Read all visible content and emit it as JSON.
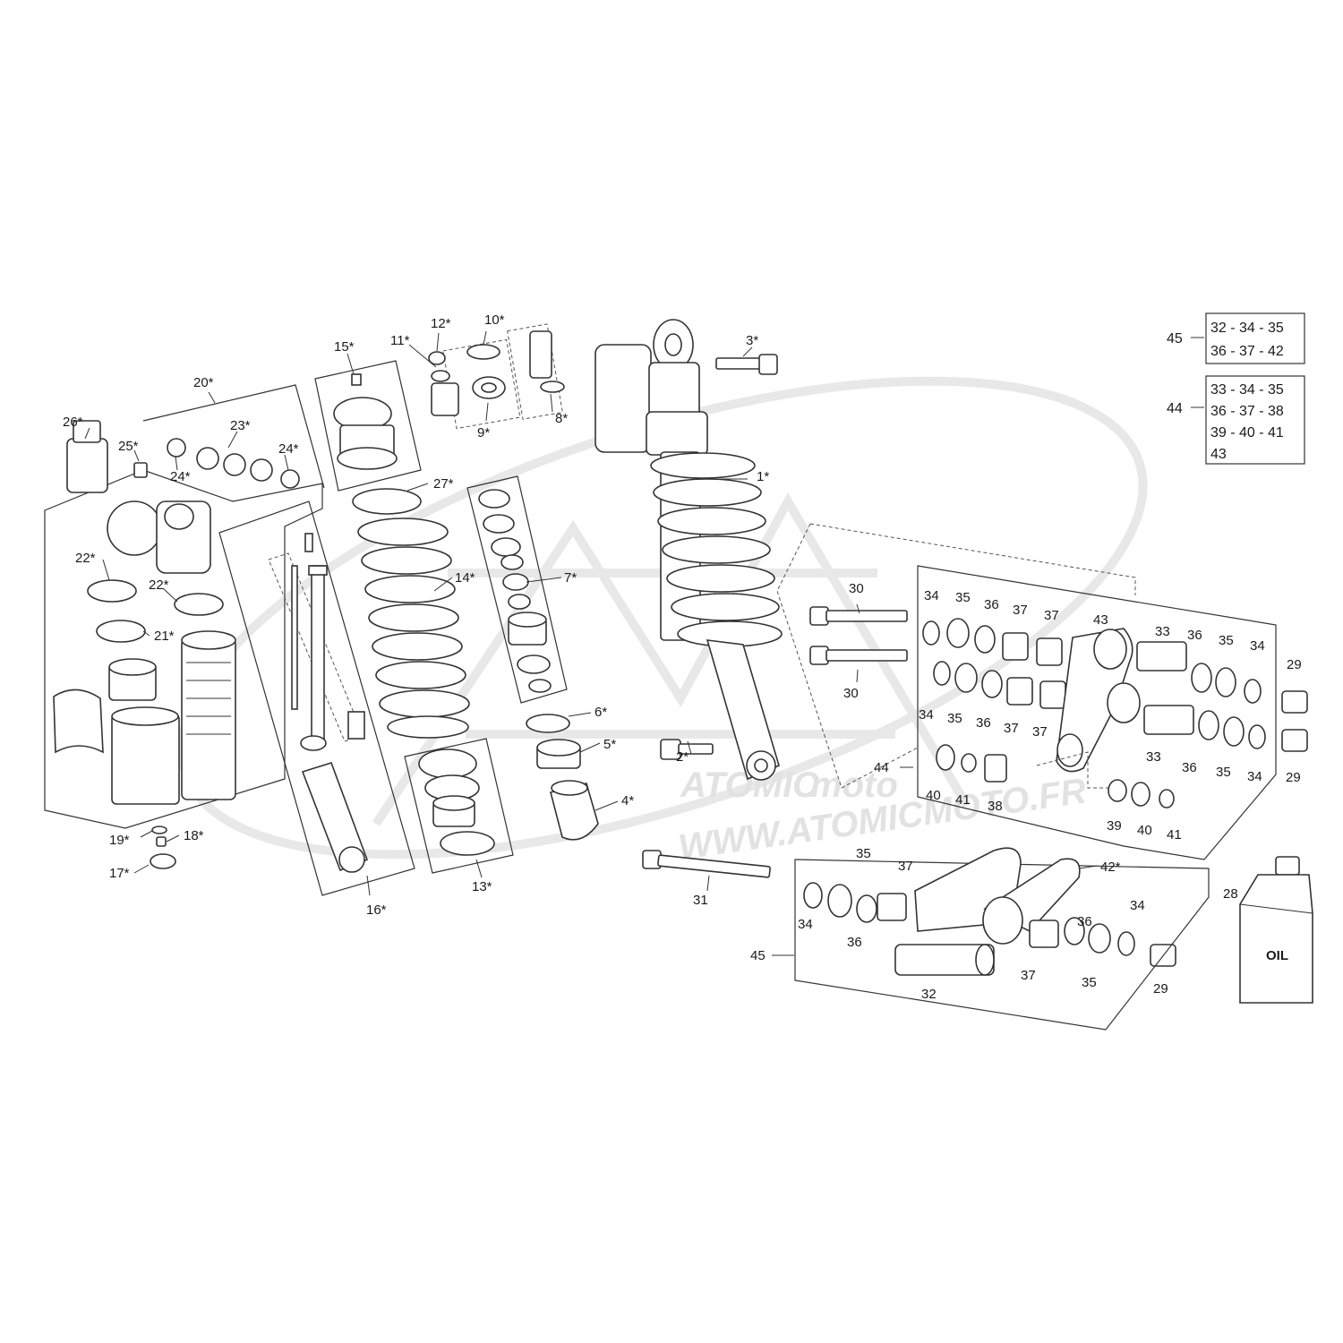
{
  "watermark": {
    "logo_text": "ATOMIC",
    "logo_sub": "moto",
    "url": "WWW.ATOMICMOTO.FR"
  },
  "labels": {
    "p1": "1*",
    "p2": "2*",
    "p3": "3*",
    "p4": "4*",
    "p5": "5*",
    "p6": "6*",
    "p7": "7*",
    "p8": "8*",
    "p9": "9*",
    "p10": "10*",
    "p11": "11*",
    "p12": "12*",
    "p13": "13*",
    "p14": "14*",
    "p15": "15*",
    "p16": "16*",
    "p17": "17*",
    "p18": "18*",
    "p19": "19*",
    "p20": "20*",
    "p21": "21*",
    "p22a": "22*",
    "p22b": "22*",
    "p23": "23*",
    "p24a": "24*",
    "p24b": "24*",
    "p25": "25*",
    "p26": "26*",
    "p27": "27*",
    "p28": "28",
    "p29a": "29",
    "p29b": "29",
    "p29c": "29",
    "p30a": "30",
    "p30b": "30",
    "p31": "31",
    "p32": "32",
    "p33a": "33",
    "p33b": "33",
    "p34a": "34",
    "p34b": "34",
    "p34c": "34",
    "p34d": "34",
    "p34e": "34",
    "p34f": "34",
    "p35a": "35",
    "p35b": "35",
    "p35c": "35",
    "p35d": "35",
    "p35e": "35",
    "p35f": "35",
    "p36a": "36",
    "p36b": "36",
    "p36c": "36",
    "p36d": "36",
    "p36e": "36",
    "p36f": "36",
    "p37a": "37",
    "p37b": "37",
    "p37c": "37",
    "p37d": "37",
    "p37e": "37",
    "p37f": "37",
    "p38": "38",
    "p39": "39",
    "p40a": "40",
    "p40b": "40",
    "p41a": "41",
    "p41b": "41",
    "p42": "42*",
    "p43": "43",
    "p44": "44",
    "p45": "45",
    "oil": "OIL"
  },
  "kits": {
    "k45": {
      "num": "45",
      "lines": [
        "32 - 34 - 35",
        "36 - 37 - 42"
      ]
    },
    "k44": {
      "num": "44",
      "lines": [
        "33 - 34 - 35",
        "36 - 37 - 38",
        "39 - 40 - 41",
        "43"
      ]
    }
  }
}
